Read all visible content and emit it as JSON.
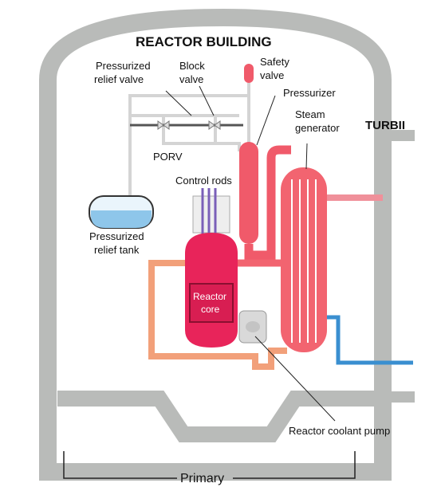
{
  "title": "REACTOR BUILDING",
  "turbine_label": "TURBII",
  "primary_label": "Primary",
  "labels": {
    "pressurized_relief_valve_1": "Pressurized",
    "pressurized_relief_valve_2": "relief valve",
    "block_valve_1": "Block",
    "block_valve_2": "valve",
    "safety_valve_1": "Safety",
    "safety_valve_2": "valve",
    "pressurizer": "Pressurizer",
    "steam_generator_1": "Steam",
    "steam_generator_2": "generator",
    "porv": "PORV",
    "control_rods": "Control rods",
    "relief_tank_1": "Pressurized",
    "relief_tank_2": "relief tank",
    "reactor_core_1": "Reactor",
    "reactor_core_2": "core",
    "coolant_pump": "Reactor coolant pump"
  },
  "colors": {
    "containment_wall": "#b9bbb9",
    "vessel": "#e8245a",
    "pressurizer": "#f05a6a",
    "steam_gen": "#f26470",
    "loop_pipe": "#f2a07a",
    "feedwater": "#3a8fd0",
    "steam_out": "#f0909a",
    "water": "#8ec6ea",
    "control_rods": "#7a5fb8"
  }
}
